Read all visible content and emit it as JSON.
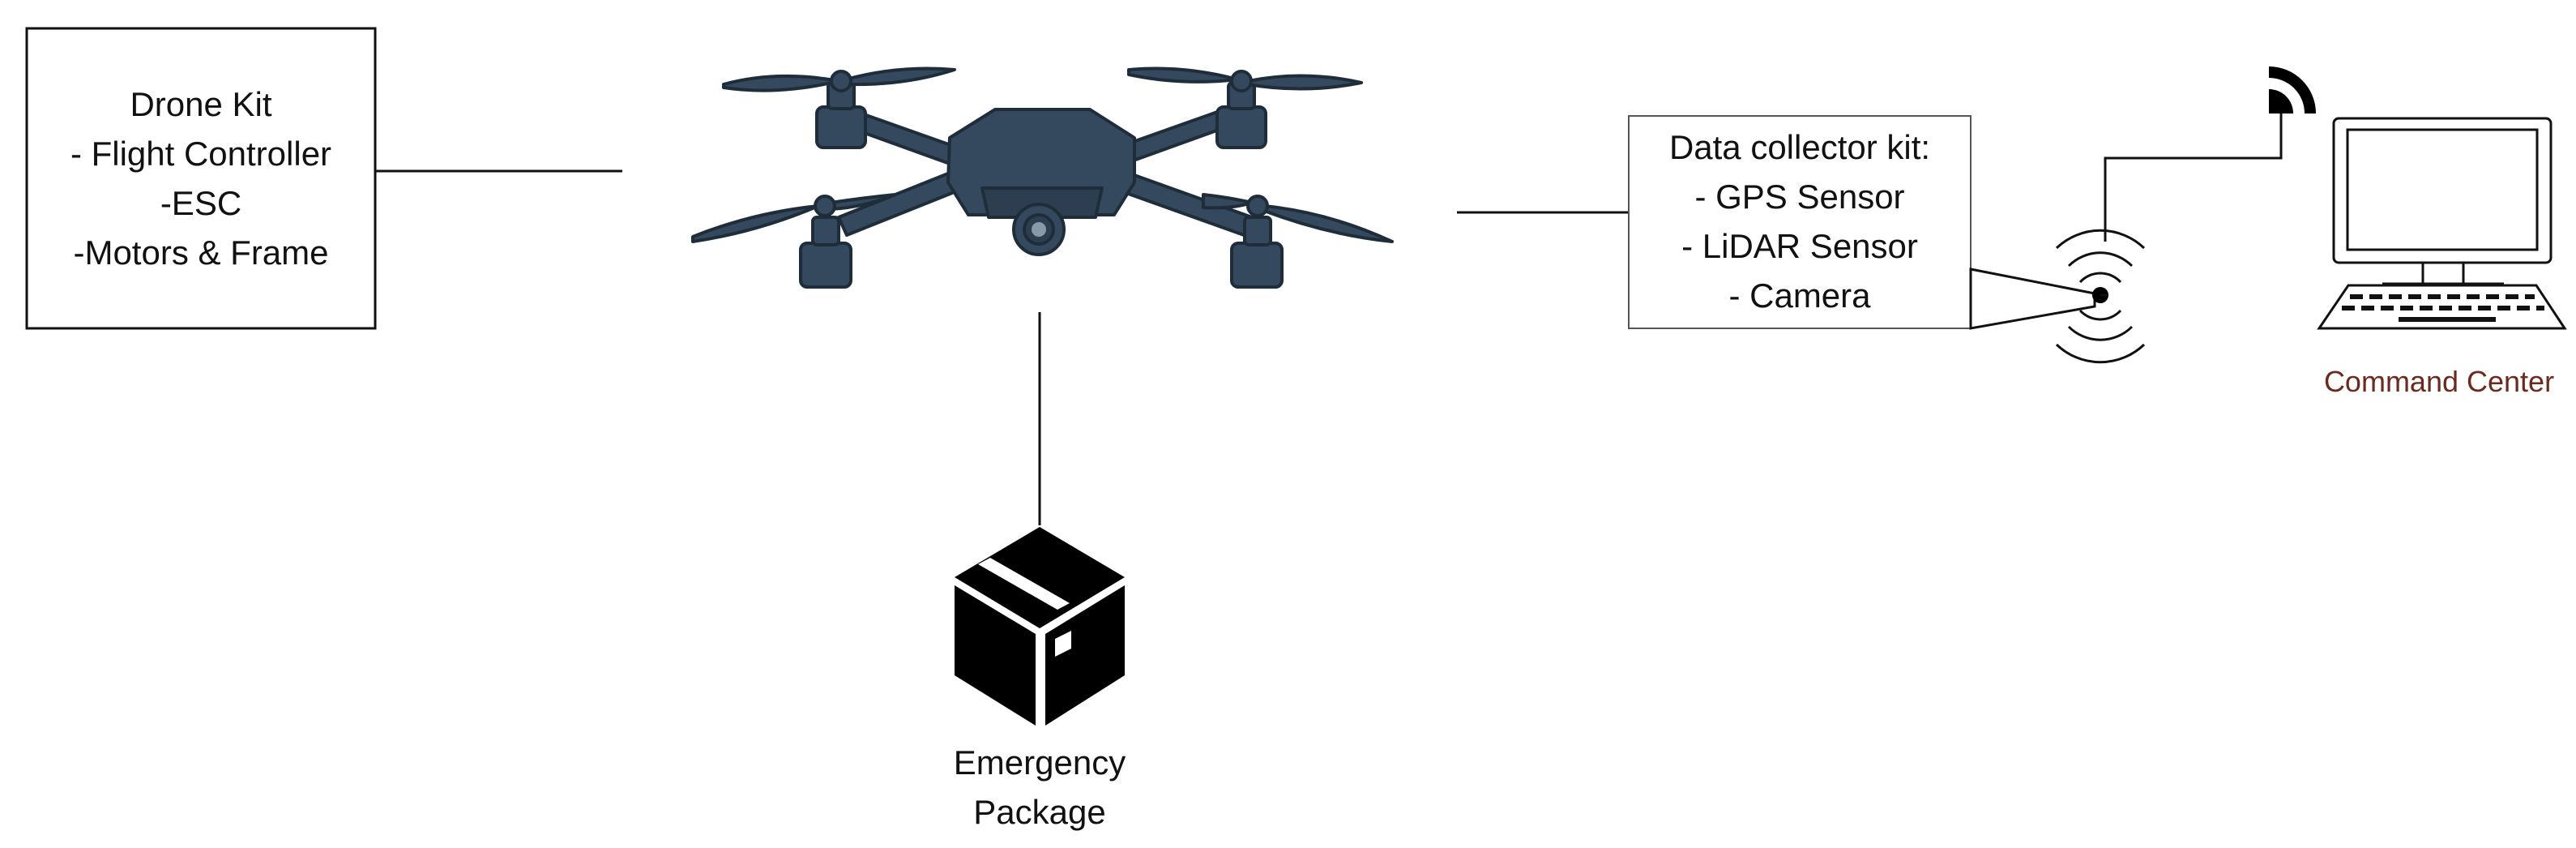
{
  "drone_kit": {
    "lines": [
      "Drone Kit",
      "- Flight Controller",
      "-ESC",
      "-Motors & Frame"
    ]
  },
  "data_collector_kit": {
    "lines": [
      "Data collector kit:",
      "- GPS Sensor",
      "- LiDAR Sensor",
      "- Camera"
    ]
  },
  "emergency_package": {
    "lines": [
      "Emergency",
      "Package"
    ]
  },
  "command_center": {
    "label": "Command Center"
  },
  "icons": {
    "drone": "drone-icon",
    "package": "package-box-icon",
    "antenna": "broadcast-antenna-icon",
    "wifi": "wifi-signal-icon",
    "computer": "desktop-computer-icon"
  },
  "colors": {
    "drone_body": "#34495e",
    "drone_outline": "#1f2d3a",
    "command_center_text": "#6b2a1e",
    "line": "#111111"
  }
}
